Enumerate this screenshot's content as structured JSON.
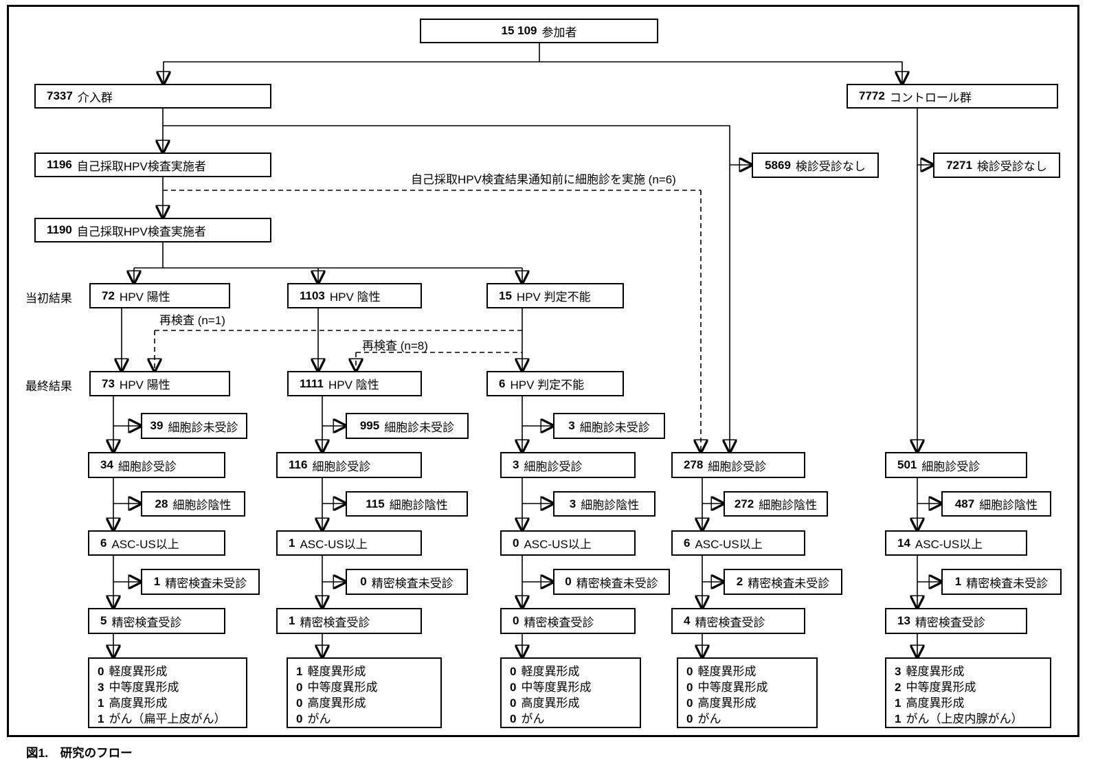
{
  "colors": {
    "line": "#000000",
    "background": "#ffffff"
  },
  "labels": {
    "initial_results": "当初結果",
    "final_results": "最終結果",
    "retest_n1": "再検査 (n=1)",
    "retest_n8": "再検査 (n=8)",
    "pre_notification": "自己採取HPV検査結果通知前に細胞診を実施 (n=6)",
    "caption": "図1.　研究のフロー"
  },
  "boxes": {
    "participants": {
      "value": "15 109",
      "label": "参加者"
    },
    "intervention": {
      "value": "7337",
      "label": "介入群"
    },
    "control": {
      "value": "7772",
      "label": "コントロール群"
    },
    "self_test_initial": {
      "value": "1196",
      "label": "自己採取HPV検査実施者"
    },
    "self_test_final": {
      "value": "1190",
      "label": "自己採取HPV検査実施者"
    },
    "no_screening_intervention": {
      "value": "5869",
      "label": "検診受診なし"
    },
    "no_screening_control": {
      "value": "7271",
      "label": "検診受診なし"
    },
    "hpv_positive_initial": {
      "value": "72",
      "label": "HPV 陽性"
    },
    "hpv_negative_initial": {
      "value": "1103",
      "label": "HPV 陰性"
    },
    "hpv_undetermined_initial": {
      "value": "15",
      "label": "HPV 判定不能"
    },
    "hpv_positive_final": {
      "value": "73",
      "label": "HPV 陽性"
    },
    "hpv_negative_final": {
      "value": "1111",
      "label": "HPV 陰性"
    },
    "hpv_undetermined_final": {
      "value": "6",
      "label": "HPV 判定不能"
    },
    "cyto_missed_c1": {
      "value": "39",
      "label": "細胞診未受診"
    },
    "cyto_missed_c2": {
      "value": "995",
      "label": "細胞診未受診"
    },
    "cyto_missed_c3": {
      "value": "3",
      "label": "細胞診未受診"
    },
    "cyto_att_c1": {
      "value": "34",
      "label": "細胞診受診"
    },
    "cyto_att_c2": {
      "value": "116",
      "label": "細胞診受診"
    },
    "cyto_att_c3": {
      "value": "3",
      "label": "細胞診受診"
    },
    "cyto_att_c4": {
      "value": "278",
      "label": "細胞診受診"
    },
    "cyto_att_c5": {
      "value": "501",
      "label": "細胞診受診"
    },
    "cyto_neg_c1": {
      "value": "28",
      "label": "細胞診陰性"
    },
    "cyto_neg_c2": {
      "value": "115",
      "label": "細胞診陰性"
    },
    "cyto_neg_c3": {
      "value": "3",
      "label": "細胞診陰性"
    },
    "cyto_neg_c4": {
      "value": "272",
      "label": "細胞診陰性"
    },
    "cyto_neg_c5": {
      "value": "487",
      "label": "細胞診陰性"
    },
    "ascus_c1": {
      "value": "6",
      "label": "ASC-US以上"
    },
    "ascus_c2": {
      "value": "1",
      "label": "ASC-US以上"
    },
    "ascus_c3": {
      "value": "0",
      "label": "ASC-US以上"
    },
    "ascus_c4": {
      "value": "6",
      "label": "ASC-US以上"
    },
    "ascus_c5": {
      "value": "14",
      "label": "ASC-US以上"
    },
    "detail_missed_c1": {
      "value": "1",
      "label": "精密検査未受診"
    },
    "detail_missed_c2": {
      "value": "0",
      "label": "精密検査未受診"
    },
    "detail_missed_c3": {
      "value": "0",
      "label": "精密検査未受診"
    },
    "detail_missed_c4": {
      "value": "2",
      "label": "精密検査未受診"
    },
    "detail_missed_c5": {
      "value": "1",
      "label": "精密検査未受診"
    },
    "detail_att_c1": {
      "value": "5",
      "label": "精密検査受診"
    },
    "detail_att_c2": {
      "value": "1",
      "label": "精密検査受診"
    },
    "detail_att_c3": {
      "value": "0",
      "label": "精密検査受診"
    },
    "detail_att_c4": {
      "value": "4",
      "label": "精密検査受診"
    },
    "detail_att_c5": {
      "value": "13",
      "label": "精密検査受診"
    }
  },
  "outcomes": {
    "col1": [
      {
        "v": "0",
        "l": "軽度異形成"
      },
      {
        "v": "3",
        "l": "中等度異形成"
      },
      {
        "v": "1",
        "l": "高度異形成"
      },
      {
        "v": "1",
        "l": "がん（扁平上皮がん）"
      }
    ],
    "col2": [
      {
        "v": "1",
        "l": "軽度異形成"
      },
      {
        "v": "0",
        "l": "中等度異形成"
      },
      {
        "v": "0",
        "l": "高度異形成"
      },
      {
        "v": "0",
        "l": "がん"
      }
    ],
    "col3": [
      {
        "v": "0",
        "l": "軽度異形成"
      },
      {
        "v": "0",
        "l": "中等度異形成"
      },
      {
        "v": "0",
        "l": "高度異形成"
      },
      {
        "v": "0",
        "l": "がん"
      }
    ],
    "col4": [
      {
        "v": "0",
        "l": "軽度異形成"
      },
      {
        "v": "0",
        "l": "中等度異形成"
      },
      {
        "v": "0",
        "l": "高度異形成"
      },
      {
        "v": "0",
        "l": "がん"
      }
    ],
    "col5": [
      {
        "v": "3",
        "l": "軽度異形成"
      },
      {
        "v": "2",
        "l": "中等度異形成"
      },
      {
        "v": "1",
        "l": "高度異形成"
      },
      {
        "v": "1",
        "l": "がん（上皮内腺がん）"
      }
    ]
  }
}
